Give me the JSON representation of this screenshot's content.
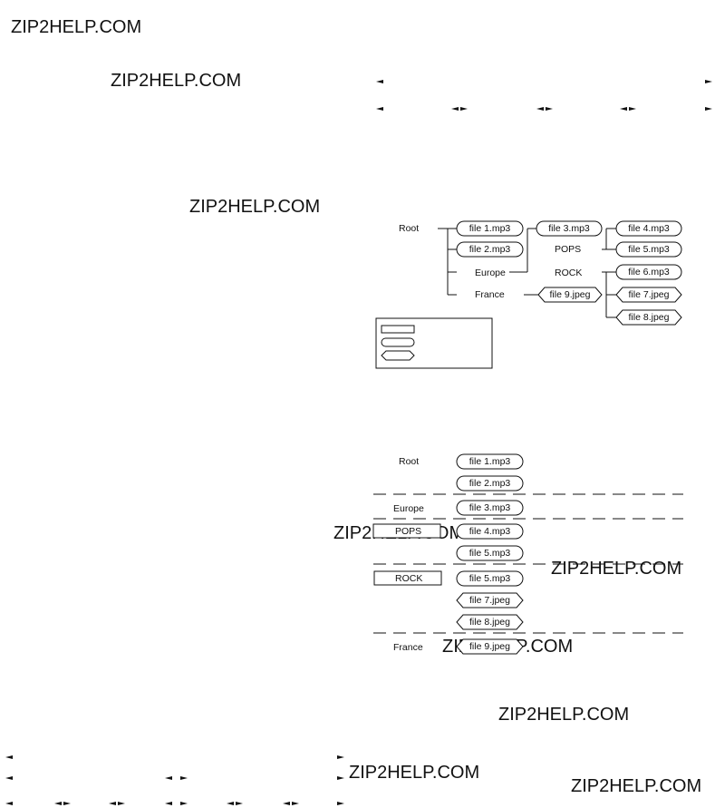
{
  "watermarks": [
    "ZIP2HELP.COM",
    "ZIP2HELP.COM",
    "ZIP2HELP.COM",
    "ZIP2HELP.COM",
    "ZIP2HELP.COM",
    "ZIP2HELP.COM",
    "ZIP2HELP.COM",
    "ZIP2HELP.COM",
    "ZIP2HELP.COM"
  ],
  "tree": {
    "root": "Root",
    "europe": "Europe",
    "france": "France",
    "pops": "POPS",
    "rock": "ROCK",
    "file1": "file 1.mp3",
    "file2": "file 2.mp3",
    "file3": "file 3.mp3",
    "file4": "file 4.mp3",
    "file5": "file 5.mp3",
    "file6": "file 6.mp3",
    "file7": "file 7.jpeg",
    "file8": "file 8.jpeg",
    "file9": "file 9.jpeg"
  },
  "list": {
    "root": "Root",
    "europe": "Europe",
    "pops": "POPS",
    "rock": "ROCK",
    "france": "France",
    "files": [
      "file 1.mp3",
      "file 2.mp3",
      "file 3.mp3",
      "file 4.mp3",
      "file 5.mp3",
      "file 5.mp3",
      "file 7.jpeg",
      "file 8.jpeg",
      "file 9.jpeg"
    ]
  },
  "colors": {
    "ink": "#111111",
    "background": "#ffffff"
  }
}
